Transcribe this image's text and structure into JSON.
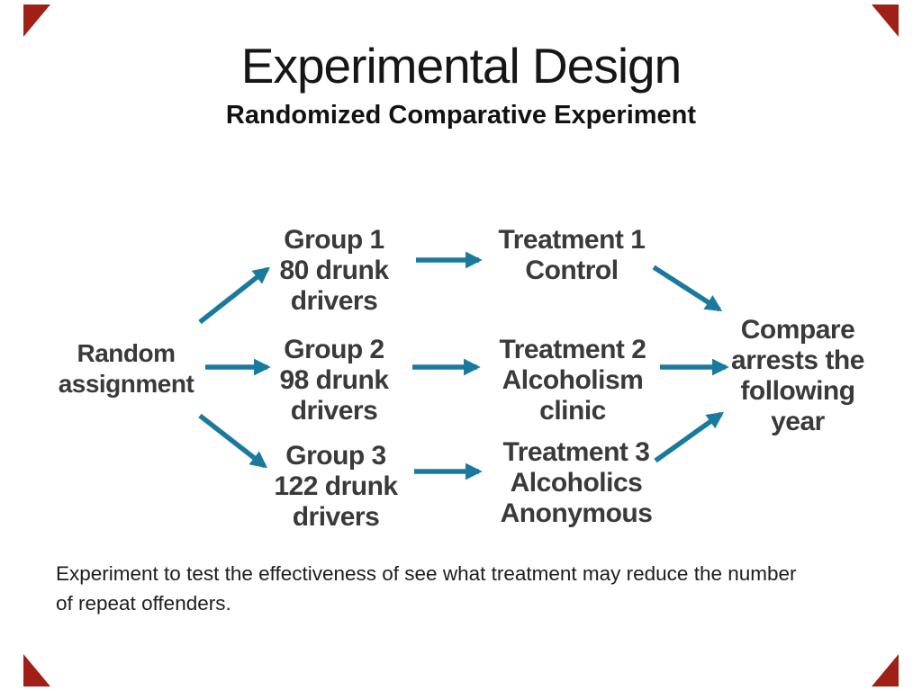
{
  "slide": {
    "title": "Experimental Design",
    "subtitle": "Randomized Comparative Experiment",
    "footer": "Experiment to test the effectiveness of see what treatment may reduce the number\nof repeat offenders."
  },
  "diagram": {
    "nodes": {
      "random": {
        "label": "Random\nassignment"
      },
      "group1": {
        "label": "Group 1\n80 drunk\ndrivers"
      },
      "group2": {
        "label": "Group 2\n98 drunk\ndrivers"
      },
      "group3": {
        "label": "Group 3\n122 drunk\ndrivers"
      },
      "treatment1": {
        "label": "Treatment 1\nControl"
      },
      "treatment2": {
        "label": "Treatment 2\nAlcoholism\nclinic"
      },
      "treatment3": {
        "label": "Treatment 3\nAlcoholics\nAnonymous"
      },
      "compare": {
        "label": "Compare\narrests the\nfollowing\nyear"
      }
    },
    "arrows": [
      {
        "from": "random",
        "to": "group1"
      },
      {
        "from": "random",
        "to": "group2"
      },
      {
        "from": "random",
        "to": "group3"
      },
      {
        "from": "group1",
        "to": "treatment1"
      },
      {
        "from": "group2",
        "to": "treatment2"
      },
      {
        "from": "group3",
        "to": "treatment3"
      },
      {
        "from": "treatment1",
        "to": "compare"
      },
      {
        "from": "treatment2",
        "to": "compare"
      },
      {
        "from": "treatment3",
        "to": "compare"
      }
    ],
    "colors": {
      "arrow": "#1a7a9e",
      "node_text": "#3a3a3a",
      "title_text": "#161616",
      "corner_accent": "#a02018",
      "background": "#ffffff"
    }
  }
}
